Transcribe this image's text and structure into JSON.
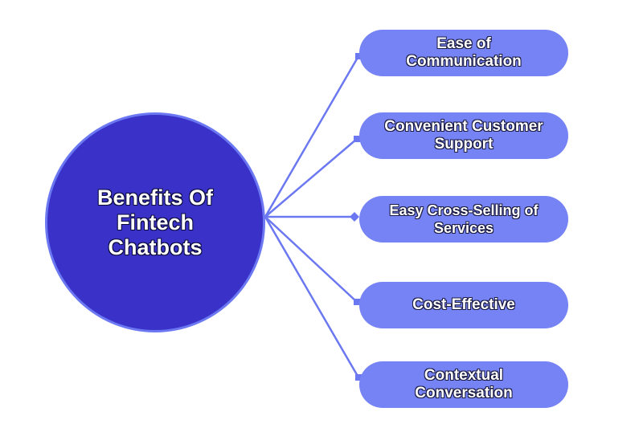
{
  "hub": {
    "title": "Benefits Of Fintech Chatbots"
  },
  "benefits": [
    {
      "label": "Ease of Communication"
    },
    {
      "label": "Convenient Customer Support"
    },
    {
      "label": "Easy Cross-Selling of Services"
    },
    {
      "label": "Cost-Effective"
    },
    {
      "label": "Contextual Conversation"
    }
  ],
  "colors": {
    "hub_fill": "#3a31c9",
    "hub_border": "#6b78f2",
    "pill_fill": "#7683f4",
    "connector": "#6b78f2"
  }
}
